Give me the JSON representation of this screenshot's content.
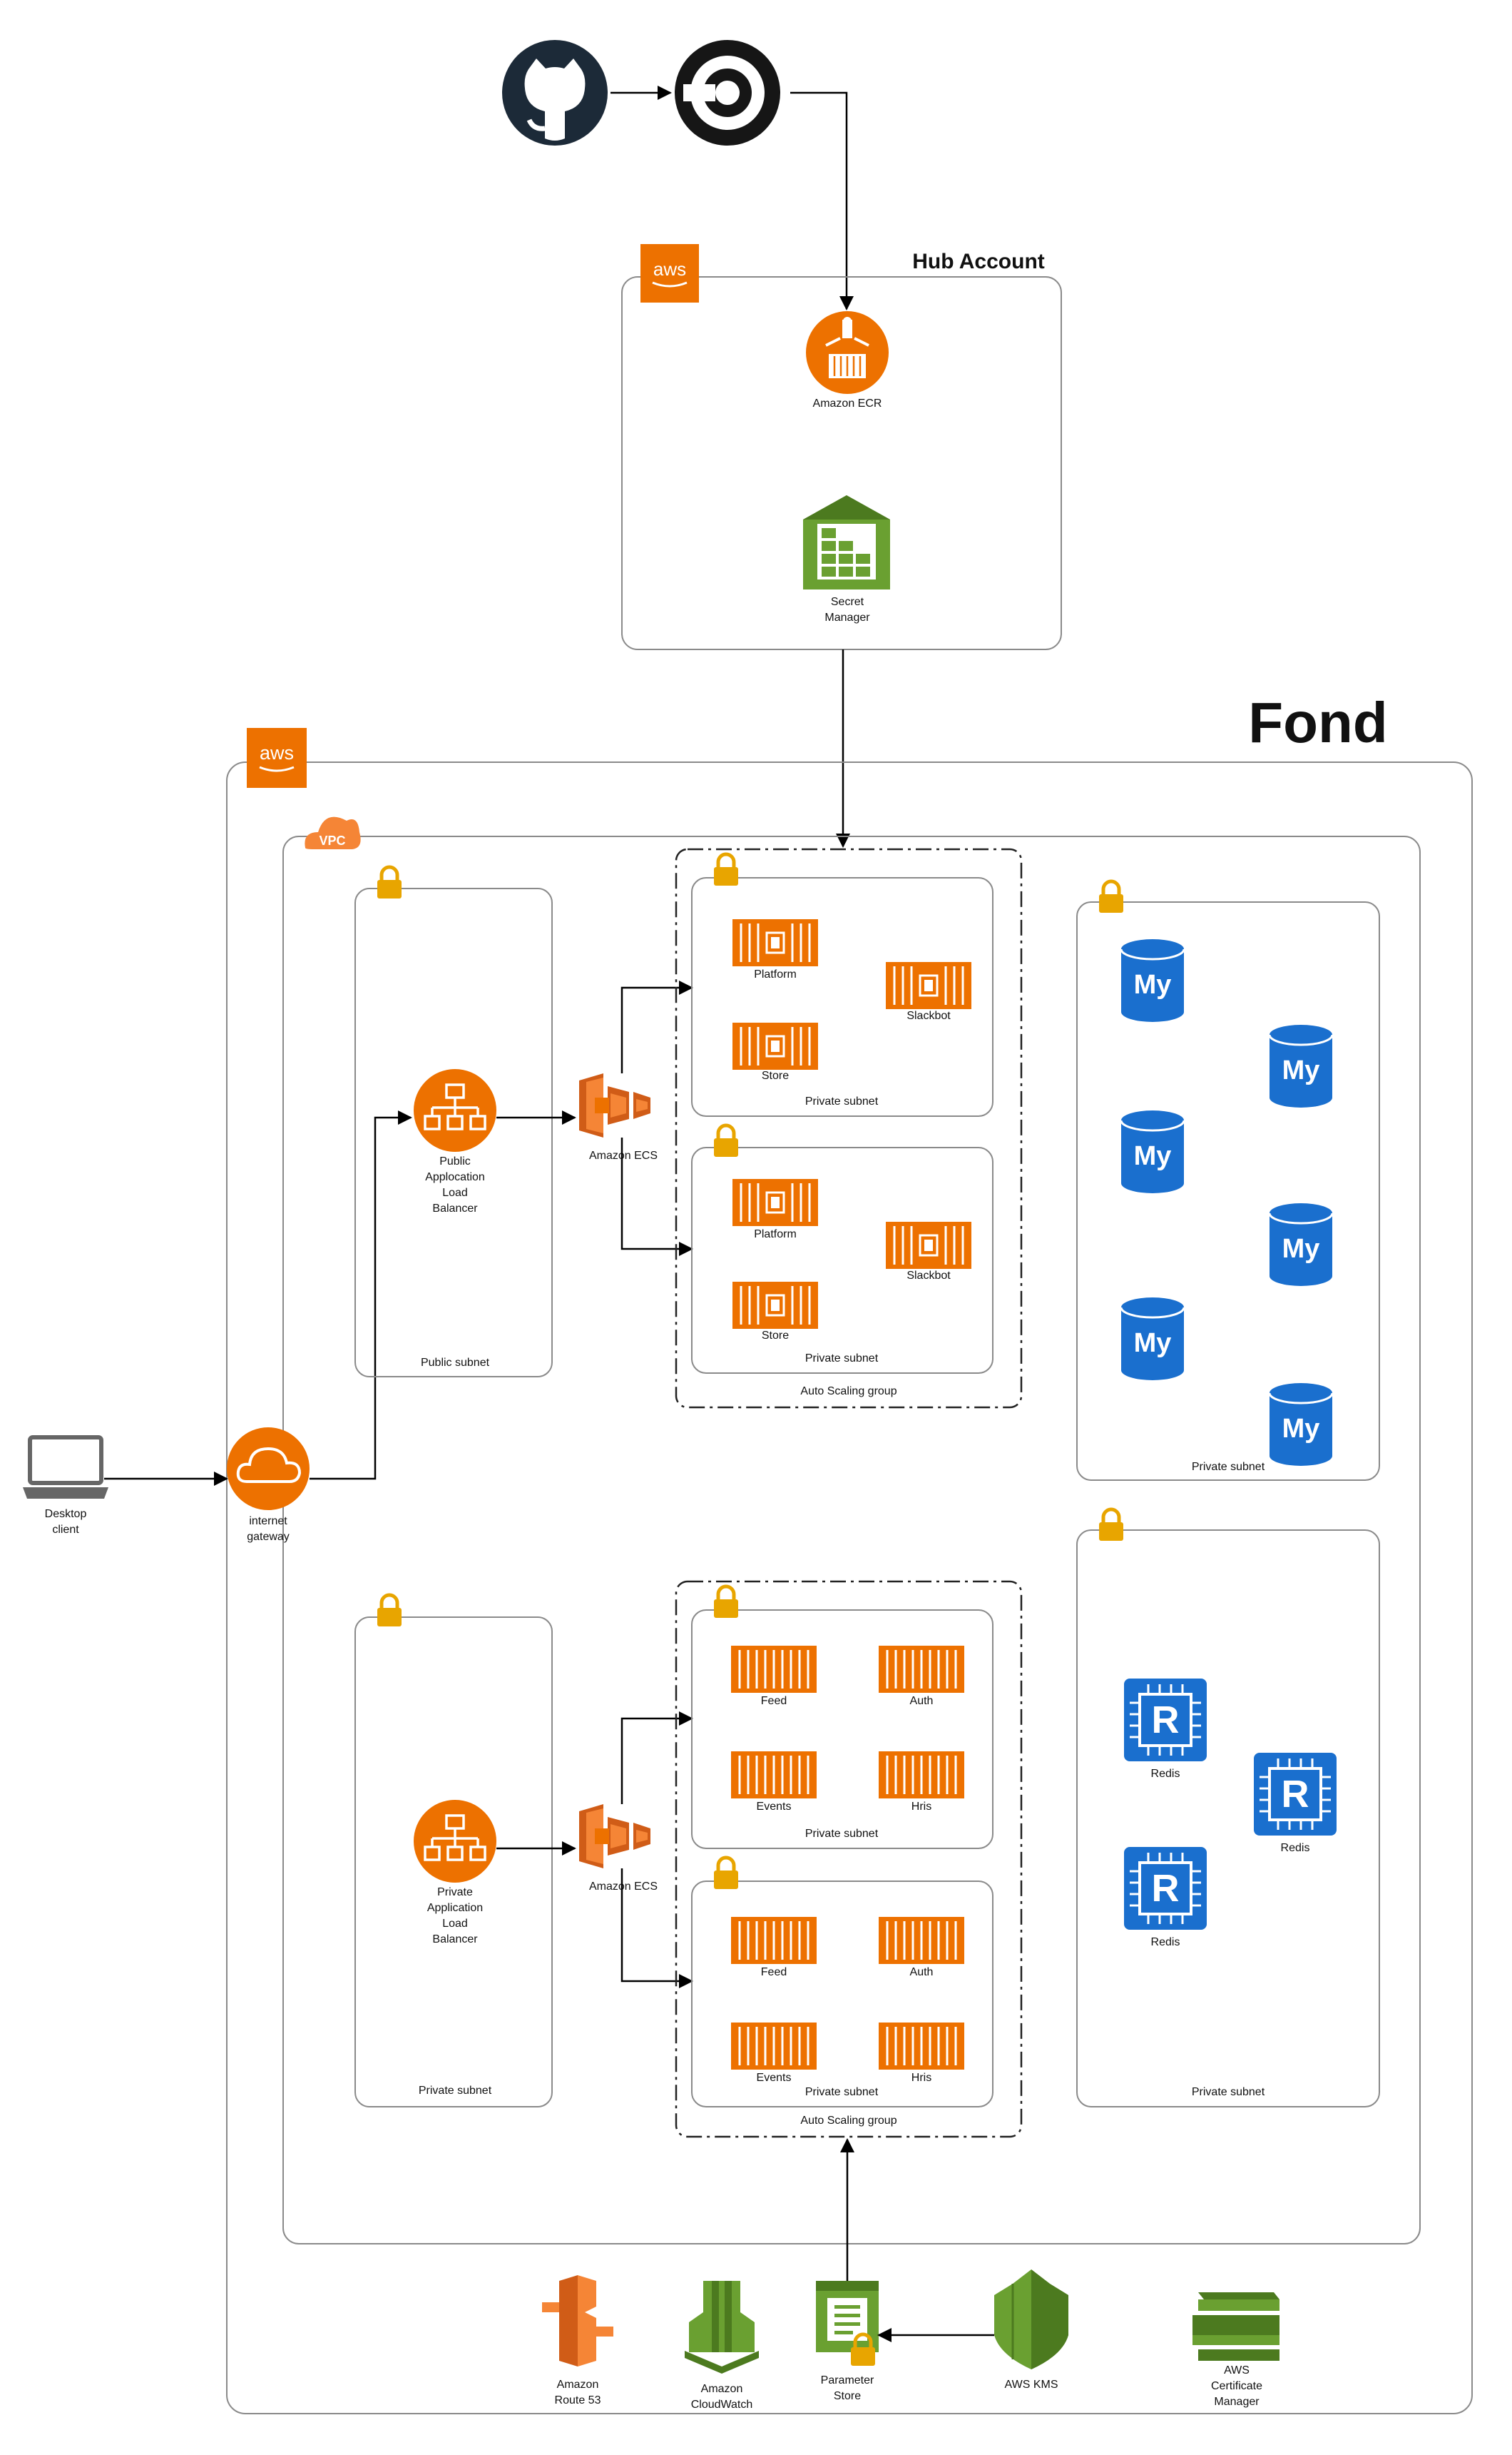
{
  "hub": {
    "title": "Hub Account",
    "aws_badge": "aws",
    "ecr_label": "Amazon ECR",
    "secret_label": [
      "Secret",
      "Manager"
    ]
  },
  "fond": {
    "title": "Fond",
    "aws_badge": "aws",
    "vpc_badge": "VPC"
  },
  "client": {
    "label": [
      "Desktop",
      "client"
    ]
  },
  "gateway": {
    "label": [
      "internet",
      "gateway"
    ]
  },
  "public_subnet": {
    "label": "Public subnet",
    "alb_label": [
      "Public",
      "Applocation",
      "Load",
      "Balancer"
    ]
  },
  "private_subnet_left": {
    "label": "Private subnet",
    "alb_label": [
      "Private",
      "Application",
      "Load",
      "Balancer"
    ]
  },
  "ecs_label": "Amazon ECS",
  "asg_top": {
    "label": "Auto Scaling group",
    "subnets": [
      {
        "label": "Private subnet",
        "services": [
          "Platform",
          "Slackbot",
          "Store"
        ]
      },
      {
        "label": "Private subnet",
        "services": [
          "Platform",
          "Slackbot",
          "Store"
        ]
      }
    ]
  },
  "asg_bottom": {
    "label": "Auto Scaling group",
    "subnets": [
      {
        "label": "Private subnet",
        "services": [
          "Feed",
          "Auth",
          "Events",
          "Hris"
        ]
      },
      {
        "label": "Private subnet",
        "services": [
          "Feed",
          "Auth",
          "Events",
          "Hris"
        ]
      }
    ]
  },
  "mysql_subnet": {
    "label": "Private subnet",
    "db_glyph": "My"
  },
  "redis_subnet": {
    "label": "Private subnet",
    "items": [
      "Redis",
      "Redis",
      "Redis"
    ],
    "glyph": "R"
  },
  "services_bottom": [
    {
      "label": [
        "Amazon",
        "Route 53"
      ]
    },
    {
      "label": [
        "Amazon",
        "CloudWatch"
      ]
    },
    {
      "label": [
        "Parameter",
        "Store"
      ]
    },
    {
      "label": [
        "AWS KMS"
      ]
    },
    {
      "label": [
        "AWS",
        "Certificate",
        "Manager"
      ]
    }
  ],
  "colors": {
    "aws_orange": "#ed7100",
    "aws_green": "#6aa031",
    "mysql_blue": "#1a6fce",
    "lock_gold": "#e8a500"
  }
}
